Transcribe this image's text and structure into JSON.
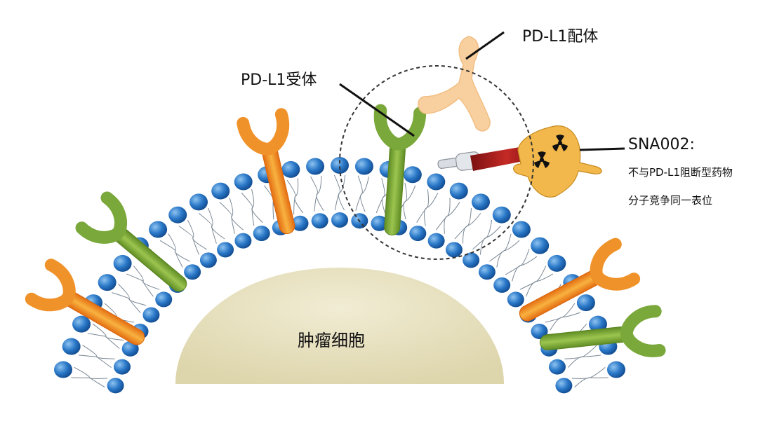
{
  "labels": {
    "receptor": "PD-L1受体",
    "ligand": "PD-L1配体",
    "drug_name": "SNA002:",
    "drug_desc_line1": "不与PD-L1阻断型药物",
    "drug_desc_line2": "分子竞争同一表位",
    "cell": "肿瘤细胞"
  },
  "colors": {
    "phospholipid_head": "#2a78c8",
    "receptor_green": "#7aa83a",
    "receptor_orange": "#f0922a",
    "ligand": "#f8cf9e",
    "cell": "#e8e2c0",
    "drug_conjugate": "#f2b84b",
    "antibody_stem": "#b0201e"
  }
}
